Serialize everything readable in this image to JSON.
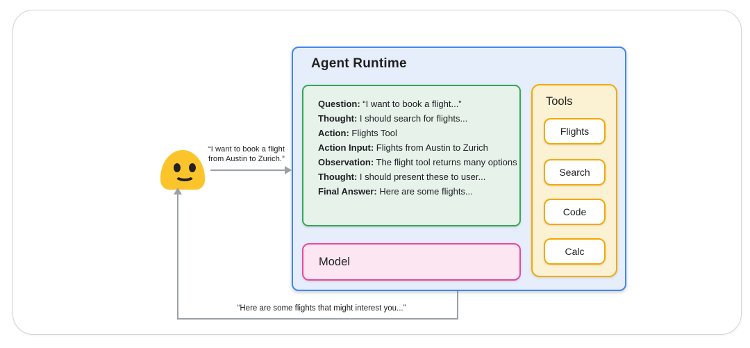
{
  "user": {
    "emoji": "blob-smiley",
    "request_line1": "“I want to book a flight",
    "request_line2": "from Austin to Zurich.”",
    "response_label": "“Here are some flights that might interest you...”"
  },
  "agent": {
    "title": "Agent Runtime",
    "trace": [
      {
        "label": "Question:",
        "text": " “I want to book a flight...”"
      },
      {
        "label": "Thought:",
        "text": " I should search for flights..."
      },
      {
        "label": "Action:",
        "text": " Flights Tool"
      },
      {
        "label": "Action Input:",
        "text": " Flights from Austin to Zurich"
      },
      {
        "label": "Observation:",
        "text": " The flight tool returns many options"
      },
      {
        "label": "Thought:",
        "text": " I should present these to user..."
      },
      {
        "label": "Final Answer:",
        "text": " Here are some flights..."
      }
    ],
    "model_label": "Model"
  },
  "tools": {
    "title": "Tools",
    "items": [
      "Flights",
      "Search",
      "Code",
      "Calc"
    ]
  },
  "colors": {
    "agent_border": "#4285f4",
    "agent_bg": "#e6eefc",
    "trace_border": "#34a853",
    "trace_bg": "#e6f2ea",
    "model_border": "#e8489b",
    "model_bg": "#fce6f1",
    "tools_border": "#f5a800",
    "tools_bg": "#fbf1d3",
    "emoji_yellow": "#fcc42b",
    "connector_gray": "#9aa0a6",
    "text": "#202124"
  }
}
